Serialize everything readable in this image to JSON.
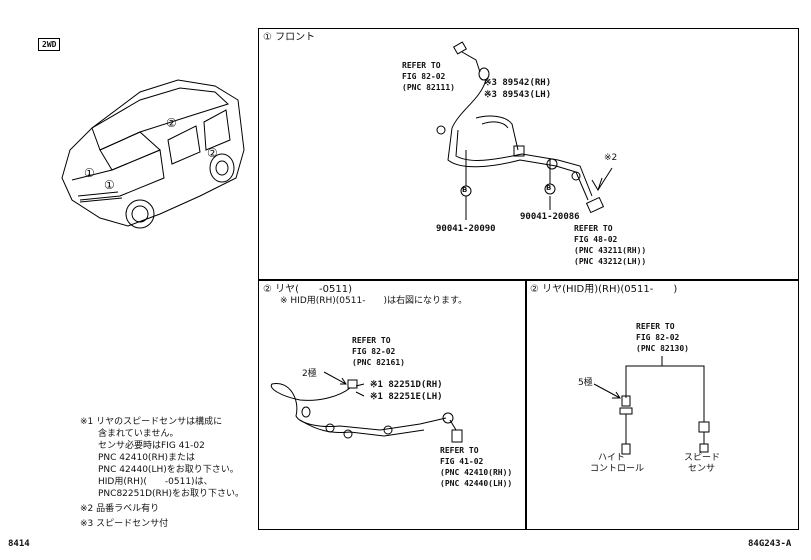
{
  "badge": "2WD",
  "car_markers": [
    "①",
    "①",
    "②",
    "②"
  ],
  "front": {
    "title": "① フロント",
    "refer1": [
      "REFER TO",
      "FIG 82-02",
      "(PNC 82111)"
    ],
    "parts": [
      "※3 89542(RH)",
      "※3 89543(LH)"
    ],
    "bolt_label": "B",
    "bolt1": "90041-20090",
    "bolt2": "90041-20086",
    "label_x2": "※2",
    "refer2": [
      "REFER TO",
      "FIG 48-02",
      "(PNC 43211(RH))",
      "(PNC 43212(LH))"
    ]
  },
  "rear": {
    "title": "② リヤ(　　-0511)",
    "note": "※ HID用(RH)(0511-　　)は右図になります。",
    "refer1": [
      "REFER TO",
      "FIG 82-02",
      "(PNC 82161)"
    ],
    "callout": "2極",
    "parts": [
      "※1 82251D(RH)",
      "※1 82251E(LH)"
    ],
    "refer2": [
      "REFER TO",
      "FIG 41-02",
      "(PNC 42410(RH))",
      "(PNC 42440(LH))"
    ]
  },
  "rear_hid": {
    "title": "② リヤ(HID用)(RH)(0511-　　)",
    "refer": [
      "REFER TO",
      "FIG 82-02",
      "(PNC 82130)"
    ],
    "callout": "5極",
    "label_left": [
      "ハイト",
      "コントロール"
    ],
    "label_right": [
      "スピード",
      "センサ"
    ]
  },
  "notes": [
    "※1 リヤのスピードセンサは構成に",
    "　　含まれていません。",
    "　　センサ必要時はFIG 41-02",
    "　　PNC 42410(RH)または",
    "　　PNC 42440(LH)をお取り下さい。",
    "　　HID用(RH)(　　-0511)は、",
    "　　PNC82251D(RH)をお取り下さい。",
    "※2 品番ラベル有り",
    "※3 スピードセンサ付"
  ],
  "footer": {
    "left": "8414",
    "right": "84G243-A"
  }
}
